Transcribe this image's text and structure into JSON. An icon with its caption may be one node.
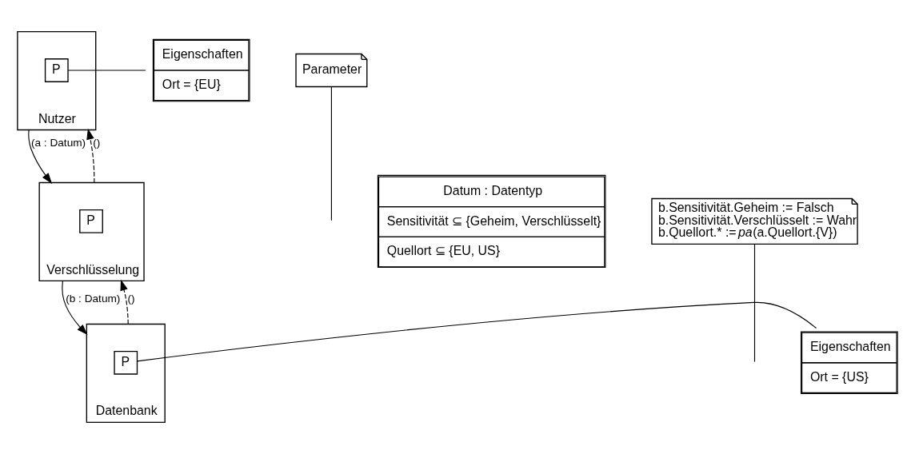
{
  "diagram": {
    "nodes": [
      {
        "text": [
          "Nutzer"
        ]
      },
      {
        "text": [
          "P"
        ],
        "in": 0
      },
      {
        "text": [
          "Eigenschaften",
          "Ort = {EU}"
        ]
      },
      {
        "text": [
          "Parameter"
        ]
      },
      {
        "text": [
          "Verschlüsselung"
        ]
      },
      {
        "text": [
          "P"
        ],
        "in": 4
      },
      {
        "text": [
          "Datum : Datentyp",
          "Sensitivität ⊆ {Geheim, Verschlüsselt}",
          "Quellort ⊆ {EU, US}"
        ]
      },
      {
        "text": [
          "b.Sensitivität.Geheim := Falsch",
          "b.Sensitivität.Verschlüsselt := Wahr",
          "b.Quellort.* := *pa*(a.Quellort.{V})"
        ]
      },
      {
        "text": [
          "Datenbank"
        ]
      },
      {
        "text": [
          "P"
        ],
        "in": 8
      },
      {
        "text": [
          "Eigenschaften",
          "Ort = {US}"
        ]
      }
    ],
    "edges": [
      {
        "from": 0,
        "to": 4,
        "arrow": "to",
        "label": "(a : Datum)"
      },
      {
        "from": 4,
        "to": 0,
        "arrow": "to",
        "label": "()",
        "style": "dashed"
      },
      {
        "from": 4,
        "to": 8,
        "arrow": "to",
        "label": "(b : Datum)"
      },
      {
        "from": 8,
        "to": 4,
        "arrow": "to",
        "label": "()",
        "style": "dashed"
      },
      {
        "from": 1,
        "to": 2,
        "arrow": "none"
      },
      {
        "from": 9,
        "to": 10,
        "arrow": "none"
      },
      {
        "from": 3,
        "to": null,
        "arrow": "none"
      },
      {
        "from": 7,
        "to": null,
        "arrow": "none"
      }
    ]
  }
}
